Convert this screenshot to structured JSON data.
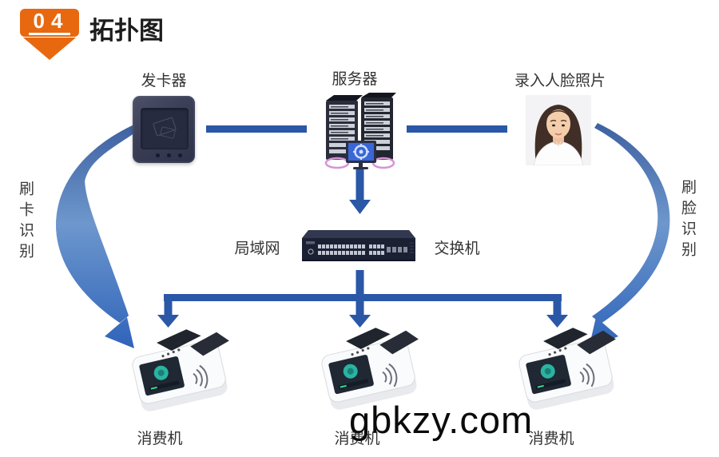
{
  "header": {
    "badge_number": "04",
    "title": "拓扑图"
  },
  "colors": {
    "accent_orange": "#e8680f",
    "connector_blue": "#2b57a7",
    "curve_blue_light": "#6d97cd",
    "curve_blue_dark": "#2f63b9"
  },
  "nodes": {
    "card_issuer": {
      "label": "发卡器"
    },
    "server": {
      "label": "服务器"
    },
    "face_photo": {
      "label": "录入人脸照片"
    },
    "lan": {
      "label": "局域网"
    },
    "switch": {
      "label": "交换机"
    },
    "pos_terminals": [
      {
        "label": "消费机"
      },
      {
        "label": "消费机"
      },
      {
        "label": "消费机"
      }
    ]
  },
  "flow_labels": {
    "left": "刷卡识别",
    "right": "刷脸识别"
  },
  "watermark": "gbkzy.com"
}
